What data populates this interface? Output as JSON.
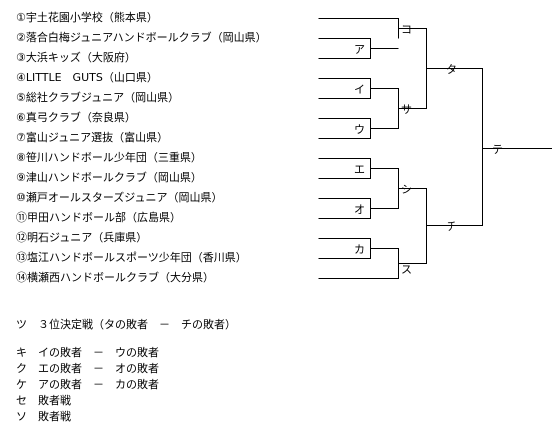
{
  "teams": [
    "①宇土花園小学校（熊本県）",
    "②落合白梅ジュニアハンドボールクラブ（岡山県）",
    "③大浜キッズ（大阪府）",
    "④LITTLE　GUTS（山口県）",
    "⑤総社クラブジュニア（岡山県）",
    "⑥真弓クラブ（奈良県）",
    "⑦富山ジュニア選抜（富山県）",
    "⑧笹川ハンドボール少年団（三重県）",
    "⑨津山ハンドボールクラブ（岡山県）",
    "⑩瀬戸オールスターズジュニア（岡山県）",
    "⑪甲田ハンドボール部（広島県）",
    "⑫明石ジュニア（兵庫県）",
    "⑬塩江ハンドボールスポーツ少年団（香川県）",
    "⑭横瀬西ハンドボールクラブ（大分県）"
  ],
  "matches": {
    "ko": "コ",
    "a": "ア",
    "i": "イ",
    "u": "ウ",
    "e": "エ",
    "o": "オ",
    "ka": "カ",
    "su": "ス",
    "ta": "タ",
    "sa": "サ",
    "shi": "シ",
    "chi": "チ",
    "te": "テ"
  },
  "notes": {
    "third_place": "ツ　３位決定戦（タの敗者　－　チの敗者）",
    "consolation": [
      "キ　イの敗者　－　ウの敗者",
      "ク　エの敗者　－　オの敗者",
      "ケ　アの敗者　－　カの敗者",
      "セ　敗者戦",
      "ソ　敗者戦"
    ]
  },
  "colors": {
    "line": "#000000",
    "text": "#000000",
    "background": "#ffffff"
  }
}
